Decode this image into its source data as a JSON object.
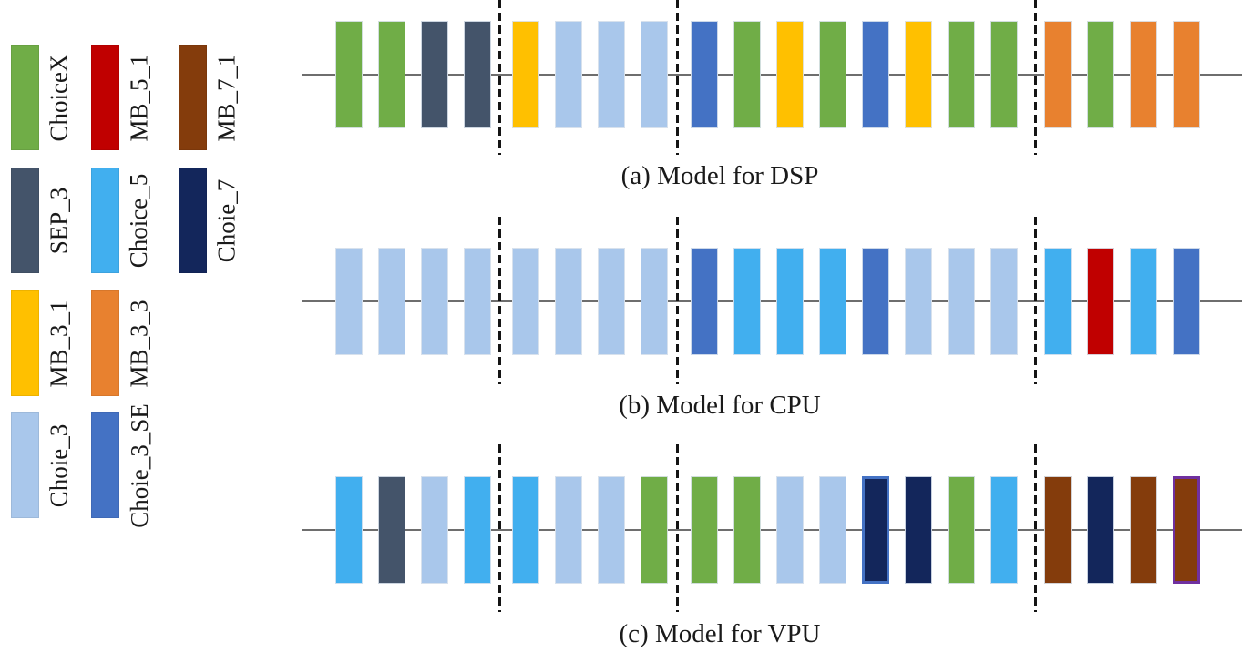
{
  "legend": {
    "items": [
      {
        "label": "ChoiceX",
        "color": "#70AD47"
      },
      {
        "label": "MB_5_1",
        "color": "#C00000"
      },
      {
        "label": "MB_7_1",
        "color": "#843C0C"
      },
      {
        "label": "SEP_3",
        "color": "#44546A"
      },
      {
        "label": "Choice_5",
        "color": "#41AFEF"
      },
      {
        "label": "Choie_7",
        "color": "#13265B"
      },
      {
        "label": "MB_3_1",
        "color": "#FFC000"
      },
      {
        "label": "MB_3_3",
        "color": "#E8812F"
      },
      {
        "label": "Choie_3",
        "color": "#A9C7EB"
      },
      {
        "label": "Choie_3_SE",
        "color": "#4472C4"
      }
    ]
  },
  "chart_data": [
    {
      "type": "block-sequence",
      "caption": "(a) Model for DSP",
      "segments": [
        [
          "ChoiceX",
          "ChoiceX",
          "SEP_3",
          "SEP_3"
        ],
        [
          "MB_3_1",
          "Choie_3",
          "Choie_3",
          "Choie_3"
        ],
        [
          "Choie_3_SE",
          "ChoiceX",
          "MB_3_1",
          "ChoiceX",
          "Choie_3_SE",
          "MB_3_1",
          "ChoiceX",
          "ChoiceX"
        ],
        [
          "MB_3_3",
          "ChoiceX",
          "MB_3_3",
          "MB_3_3"
        ]
      ],
      "highlights": []
    },
    {
      "type": "block-sequence",
      "caption": "(b) Model for CPU",
      "segments": [
        [
          "Choie_3",
          "Choie_3",
          "Choie_3",
          "Choie_3"
        ],
        [
          "Choie_3",
          "Choie_3",
          "Choie_3",
          "Choie_3"
        ],
        [
          "Choie_3_SE",
          "Choice_5",
          "Choice_5",
          "Choice_5",
          "Choie_3_SE",
          "Choie_3",
          "Choie_3",
          "Choie_3"
        ],
        [
          "Choice_5",
          "MB_5_1",
          "Choice_5",
          "Choie_3_SE"
        ]
      ],
      "highlights": []
    },
    {
      "type": "block-sequence",
      "caption": "(c) Model for VPU",
      "segments": [
        [
          "Choice_5",
          "SEP_3",
          "Choie_3",
          "Choice_5"
        ],
        [
          "Choice_5",
          "Choie_3",
          "Choie_3",
          "ChoiceX"
        ],
        [
          "ChoiceX",
          "ChoiceX",
          "Choie_3",
          "Choie_3",
          "Choie_7",
          "Choie_7",
          "ChoiceX",
          "Choice_5"
        ],
        [
          "MB_7_1",
          "Choie_7",
          "MB_7_1",
          "MB_7_1"
        ]
      ],
      "highlights": [
        {
          "segment": 2,
          "index": 4,
          "outline": "#4472C4"
        },
        {
          "segment": 3,
          "index": 3,
          "outline": "#7030A0"
        }
      ]
    }
  ]
}
